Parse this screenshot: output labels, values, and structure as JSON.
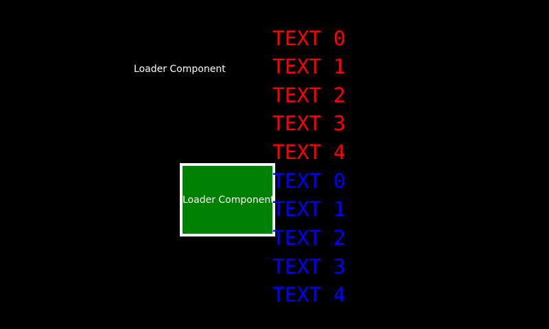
{
  "screen": {
    "background": "#000000"
  },
  "floating_label": {
    "text": "Loader Component",
    "color": "#ffffff"
  },
  "loader_box": {
    "text": "Loader Component",
    "text_color": "#ffffff",
    "fill_color": "#008000",
    "border_color": "#ffffff"
  },
  "text_list": {
    "red_color": "#ff0000",
    "blue_color": "#0000ff",
    "items": [
      {
        "label": "TEXT 0",
        "color": "#ff0000"
      },
      {
        "label": "TEXT 1",
        "color": "#ff0000"
      },
      {
        "label": "TEXT 2",
        "color": "#ff0000"
      },
      {
        "label": "TEXT 3",
        "color": "#ff0000"
      },
      {
        "label": "TEXT 4",
        "color": "#ff0000"
      },
      {
        "label": "TEXT 0",
        "color": "#0000ff"
      },
      {
        "label": "TEXT 1",
        "color": "#0000ff"
      },
      {
        "label": "TEXT 2",
        "color": "#0000ff"
      },
      {
        "label": "TEXT 3",
        "color": "#0000ff"
      },
      {
        "label": "TEXT 4",
        "color": "#0000ff"
      }
    ]
  }
}
